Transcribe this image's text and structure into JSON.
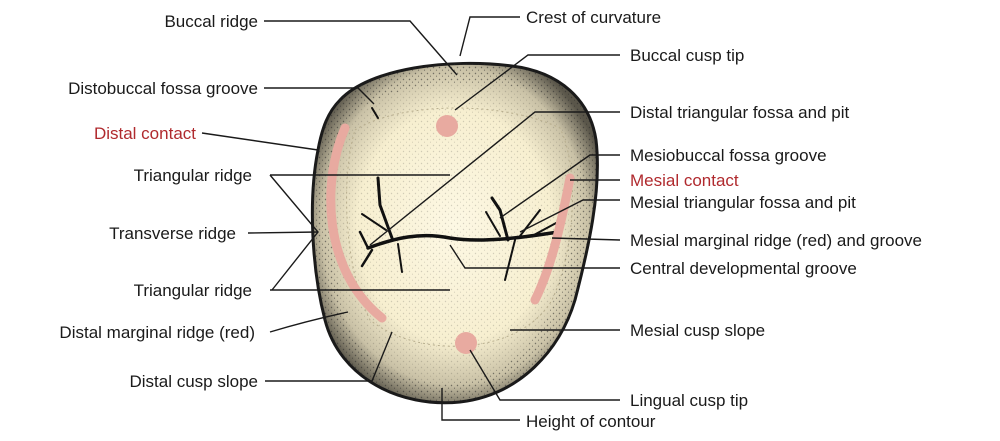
{
  "labels": {
    "buccal_ridge": "Buccal ridge",
    "crest_of_curvature": "Crest of curvature",
    "buccal_cusp_tip": "Buccal cusp tip",
    "distobuccal_fossa_groove": "Distobuccal fossa groove",
    "distal_triangular_fossa": "Distal triangular fossa and pit",
    "distal_contact": "Distal contact",
    "mesiobuccal_fossa_groove": "Mesiobuccal fossa groove",
    "triangular_ridge_upper": "Triangular ridge",
    "mesial_contact": "Mesial contact",
    "mesial_triangular_fossa": "Mesial triangular fossa and pit",
    "transverse_ridge": "Transverse ridge",
    "mesial_marginal_ridge": "Mesial marginal ridge (red) and groove",
    "central_developmental_groove": "Central developmental groove",
    "triangular_ridge_lower": "Triangular ridge",
    "distal_marginal_ridge": "Distal marginal ridge (red)",
    "mesial_cusp_slope": "Mesial cusp slope",
    "distal_cusp_slope": "Distal cusp slope",
    "lingual_cusp_tip": "Lingual cusp tip",
    "height_of_contour": "Height of contour"
  },
  "colors": {
    "tooth_fill": "#fbf5dc",
    "outline": "#1a1a1a",
    "contact_red": "#b02a2e",
    "marginal_pink": "#e8aaa0",
    "cusp_dot": "#e8aaa0"
  }
}
